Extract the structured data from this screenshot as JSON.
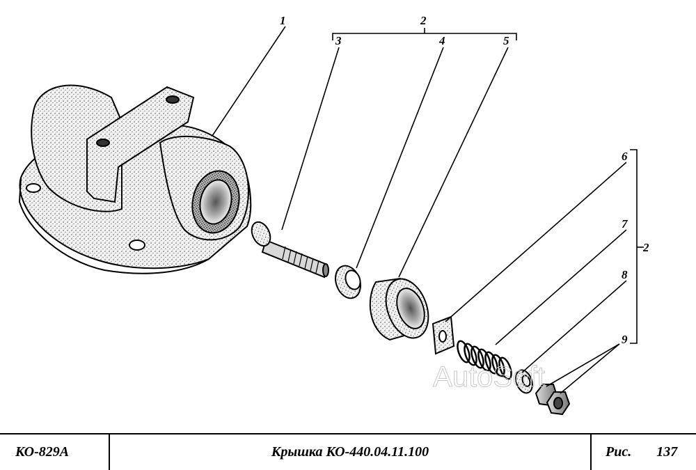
{
  "callouts": {
    "c1": "1",
    "c2_top": "2",
    "c3": "3",
    "c4": "4",
    "c5": "5",
    "c6": "6",
    "c7": "7",
    "c8": "8",
    "c9": "9",
    "c2_right": "2"
  },
  "watermark": "AutoSoft",
  "title_block": {
    "model": "КО-829А",
    "title": "Крышка КО-440.04.11.100",
    "fig_label": "Рис.",
    "fig_number": "137"
  }
}
